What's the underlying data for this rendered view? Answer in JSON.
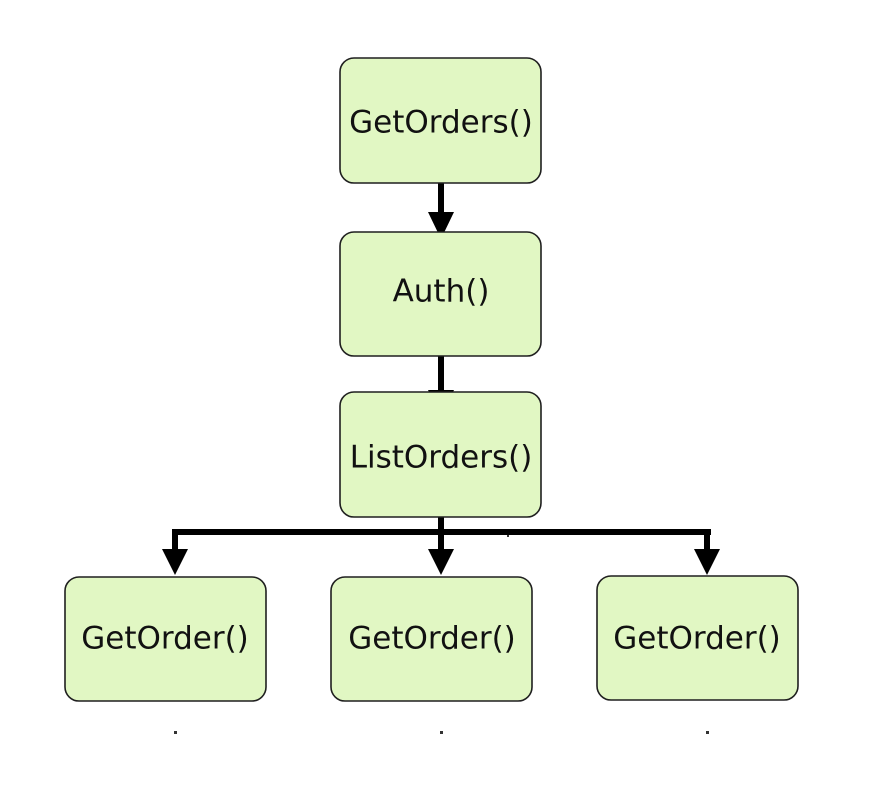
{
  "colors": {
    "node_fill": "#e1f7c3",
    "node_stroke": "#1f1f1f",
    "edge": "#000000"
  },
  "nodes": {
    "get_orders": {
      "label": "GetOrders()"
    },
    "auth": {
      "label": "Auth()"
    },
    "list_orders": {
      "label": "ListOrders()"
    },
    "get_order_1": {
      "label": "GetOrder()"
    },
    "get_order_2": {
      "label": "GetOrder()"
    },
    "get_order_3": {
      "label": "GetOrder()"
    }
  },
  "edges": [
    {
      "from": "get_orders",
      "to": "auth"
    },
    {
      "from": "auth",
      "to": "list_orders"
    },
    {
      "from": "list_orders",
      "to": "get_order_1"
    },
    {
      "from": "list_orders",
      "to": "get_order_2"
    },
    {
      "from": "list_orders",
      "to": "get_order_3"
    }
  ]
}
